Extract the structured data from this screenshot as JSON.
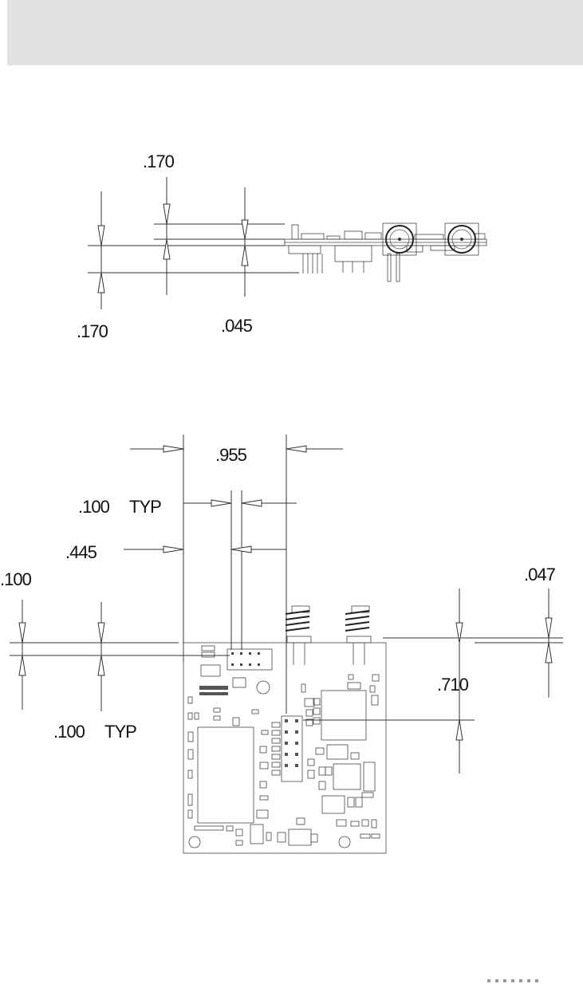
{
  "side_view": {
    "dims": {
      "top_offset": ".170",
      "bottom_offset": ".170",
      "board_thickness": ".045"
    }
  },
  "top_view": {
    "dims": {
      "overall_width": ".955",
      "pin_pitch_h": ".100",
      "pin_pitch_h_typ": "TYP",
      "header_offset": ".445",
      "left_offset": ".100",
      "pin_pitch_v": ".100",
      "pin_pitch_v_typ": "TYP",
      "connector_height": ".047",
      "connector_span": ".710"
    }
  }
}
